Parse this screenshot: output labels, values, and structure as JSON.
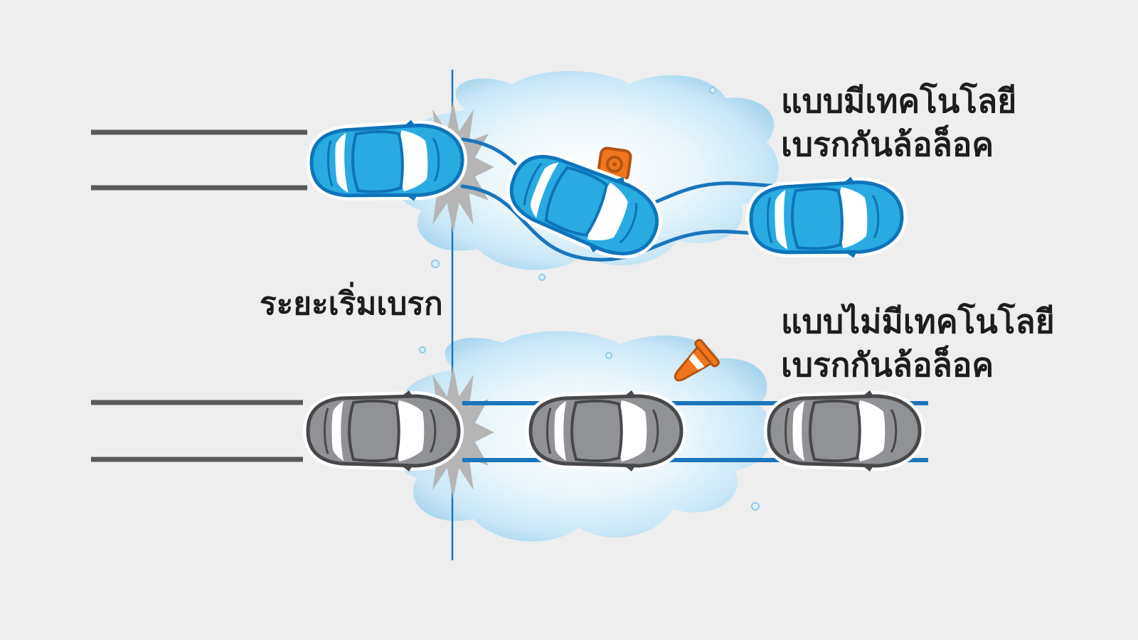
{
  "labels": {
    "brake_start_distance": "ระยะเริ่มเบรก",
    "with_abs_line1": "แบบมีเทคโนโลยี",
    "with_abs_line2": "เบรกกันล้อล็อค",
    "without_abs_line1": "แบบไม่มีเทคโนโลยี",
    "without_abs_line2": "เบรกกันล้อล็อค"
  },
  "colors": {
    "background": "#eeeeee",
    "text": "#1d1d1f",
    "abs_body": "#29abe2",
    "abs_outline": "#0e74ba",
    "noabs_body": "#909295",
    "noabs_outline": "#47484a",
    "skid_line": "#1b75bb",
    "road_line": "#58595b",
    "water_edge": "#8fc9e9",
    "water_mid": "#c9e7f6",
    "burst": "#b5b5b5",
    "obstacle_orange": "#f0751c",
    "obstacle_outline": "#b35310"
  }
}
